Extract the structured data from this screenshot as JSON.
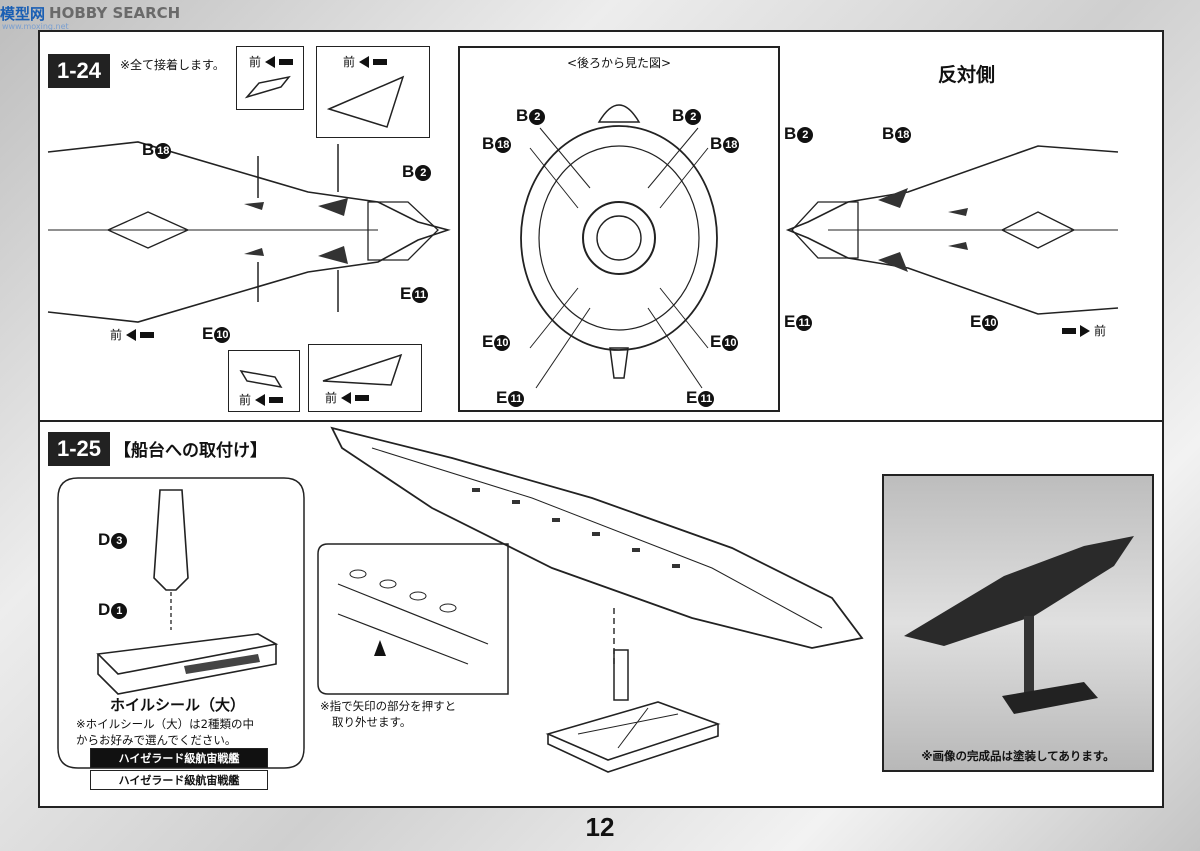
{
  "watermark": {
    "logo": "模型网",
    "text": "HOBBY SEARCH",
    "sub": "www.moxing.net"
  },
  "step_124": {
    "number": "1-24",
    "note": "※全て接着します。",
    "forward": "前",
    "labels": {
      "b18": "B",
      "b18_n": "18",
      "b2": "B",
      "b2_n": "2",
      "e11": "E",
      "e11_n": "11",
      "e10": "E",
      "e10_n": "10"
    },
    "rear_view": {
      "title": "<後ろから見た図>",
      "b2_left": "B",
      "b2_right": "B",
      "b2_n": "2",
      "b18_left": "B",
      "b18_right": "B",
      "b18_n": "18",
      "e10_left": "E",
      "e10_right": "E",
      "e10_n": "10",
      "e11_left": "E",
      "e11_right": "E",
      "e11_n": "11"
    },
    "opposite": {
      "title": "反対側",
      "b2": "B",
      "b2_n": "2",
      "b18": "B",
      "b18_n": "18",
      "e11": "E",
      "e11_n": "11",
      "e10": "E",
      "e10_n": "10",
      "forward": "前"
    }
  },
  "step_125": {
    "number": "1-25",
    "title": "【船台への取付け】",
    "d3": "D",
    "d3_n": "3",
    "d1": "D",
    "d1_n": "1",
    "sticker_title": "ホイルシール（大）",
    "sticker_note_1": "※ホイルシール（大）は2種類の中",
    "sticker_note_2": "からお好みで選んでください。",
    "sticker_options": [
      "ハイゼラード級航宙戦艦",
      "ハイゼラード級航宙戦艦"
    ],
    "detail_note_1": "※指で矢印の部分を押すと",
    "detail_note_2": "取り外せます。",
    "photo_caption": "※画像の完成品は塗装してあります。"
  },
  "page_number": "12"
}
